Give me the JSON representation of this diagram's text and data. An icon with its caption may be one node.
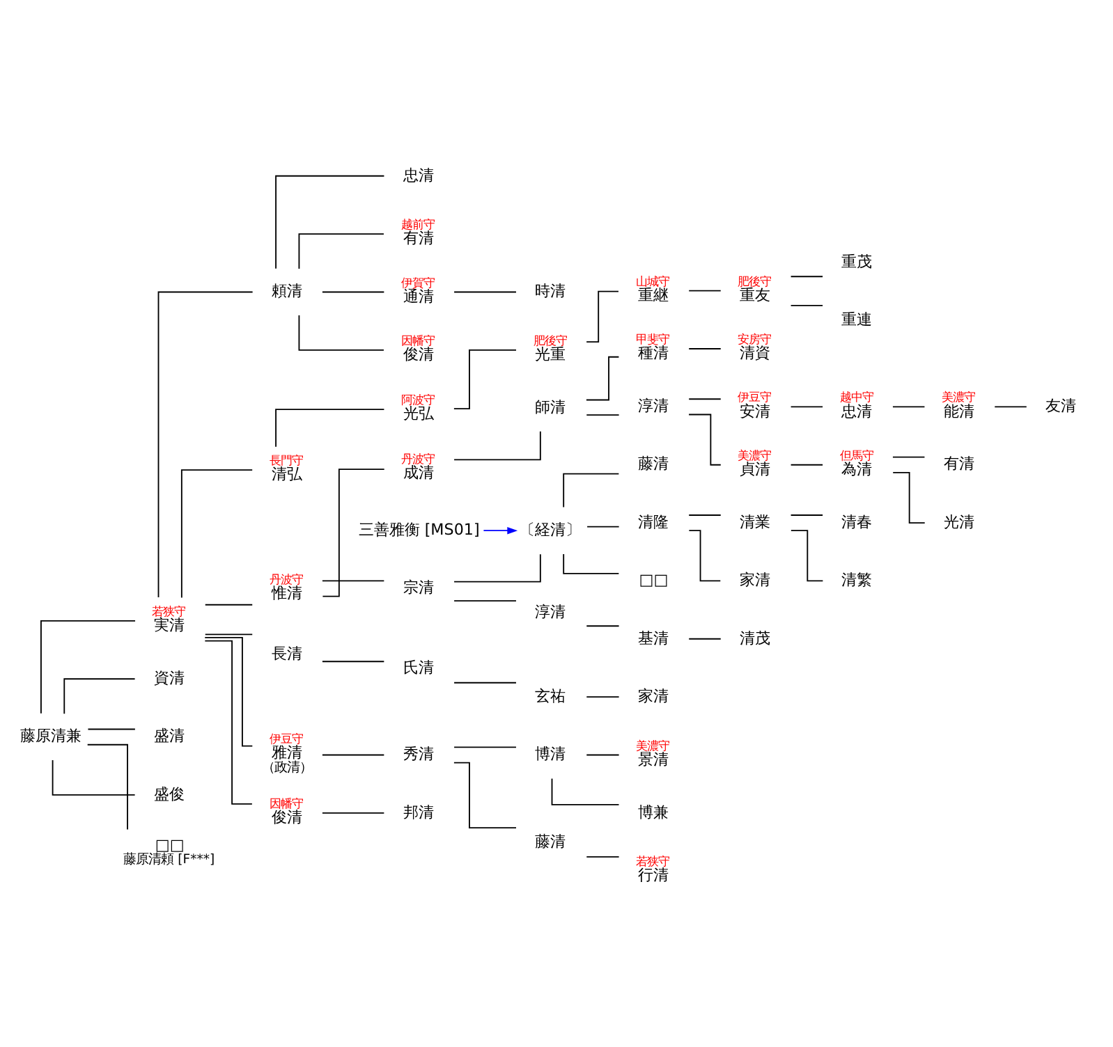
{
  "diagram": {
    "nodes": [
      {
        "text": [
          "藤原清兼"
        ]
      },
      {
        "text": [
          "実清"
        ],
        "beside": [
          "若狭守"
        ]
      },
      {
        "text": [
          "資清"
        ]
      },
      {
        "text": [
          "盛清"
        ]
      },
      {
        "text": [
          "盛俊"
        ]
      },
      {
        "text": [
          "□□",
          "藤原清頼 [F***]"
        ]
      },
      {
        "text": [
          "頼清"
        ]
      },
      {
        "text": [
          "清弘"
        ],
        "beside": [
          "長門守"
        ]
      },
      {
        "text": [
          "惟清"
        ],
        "beside": [
          "丹波守"
        ]
      },
      {
        "text": [
          "長清"
        ]
      },
      {
        "text": [
          "雅清",
          "（政清）"
        ],
        "beside": [
          "伊豆守"
        ]
      },
      {
        "text": [
          "俊清"
        ],
        "beside": [
          "因幡守"
        ]
      },
      {
        "text": [
          "忠清"
        ]
      },
      {
        "text": [
          "有清"
        ],
        "beside": [
          "越前守"
        ]
      },
      {
        "text": [
          "通清"
        ],
        "beside": [
          "伊賀守"
        ]
      },
      {
        "text": [
          "俊清"
        ],
        "beside": [
          "因幡守"
        ]
      },
      {
        "text": [
          "時清"
        ]
      },
      {
        "text": [
          "光弘"
        ],
        "beside": [
          "阿波守"
        ]
      },
      {
        "text": [
          "光重"
        ],
        "beside": [
          "肥後守"
        ]
      },
      {
        "text": [
          "重継"
        ],
        "beside": [
          "山城守"
        ]
      },
      {
        "text": [
          "重友"
        ],
        "beside": [
          "肥後守"
        ]
      },
      {
        "text": [
          "重茂"
        ]
      },
      {
        "text": [
          "重連"
        ]
      },
      {
        "text": [
          "成清"
        ],
        "beside": [
          "丹波守"
        ]
      },
      {
        "text": [
          "宗清"
        ]
      },
      {
        "text": [
          "師清"
        ]
      },
      {
        "text": [
          "種清"
        ],
        "beside": [
          "甲斐守"
        ]
      },
      {
        "text": [
          "淳清"
        ]
      },
      {
        "text": [
          "清資"
        ],
        "beside": [
          "安房守"
        ]
      },
      {
        "text": [
          "安清"
        ],
        "beside": [
          "伊豆守"
        ]
      },
      {
        "text": [
          "忠清"
        ],
        "beside": [
          "越中守"
        ]
      },
      {
        "text": [
          "能清"
        ],
        "beside": [
          "美濃守"
        ]
      },
      {
        "text": [
          "友清"
        ]
      },
      {
        "text": [
          "貞清"
        ],
        "beside": [
          "美濃守"
        ]
      },
      {
        "text": [
          "為清"
        ],
        "beside": [
          "但馬守"
        ]
      },
      {
        "text": [
          "有清"
        ]
      },
      {
        "text": [
          "光清"
        ]
      },
      {
        "text": [
          "三善雅衡 [MS01]"
        ]
      },
      {
        "text": [
          "〔経清〕"
        ]
      },
      {
        "text": [
          "淳清"
        ]
      },
      {
        "text": [
          "藤清"
        ]
      },
      {
        "text": [
          "清隆"
        ]
      },
      {
        "text": [
          "□□"
        ]
      },
      {
        "text": [
          "清業"
        ]
      },
      {
        "text": [
          "家清"
        ]
      },
      {
        "text": [
          "清春"
        ]
      },
      {
        "text": [
          "清繁"
        ]
      },
      {
        "text": [
          "基清"
        ]
      },
      {
        "text": [
          "清茂"
        ]
      },
      {
        "text": [
          "氏清"
        ]
      },
      {
        "text": [
          "玄祐"
        ]
      },
      {
        "text": [
          "家清"
        ]
      },
      {
        "text": [
          "秀清"
        ]
      },
      {
        "text": [
          "博清"
        ]
      },
      {
        "text": [
          "藤清"
        ]
      },
      {
        "text": [
          "景清"
        ],
        "beside": [
          "美濃守"
        ]
      },
      {
        "text": [
          "博兼"
        ]
      },
      {
        "text": [
          "行清"
        ],
        "beside": [
          "若狭守"
        ]
      },
      {
        "text": [
          "邦清"
        ]
      }
    ],
    "edges": [
      {
        "from": 0,
        "to": 1,
        "arrow": "none"
      },
      {
        "from": 0,
        "to": 2,
        "arrow": "none"
      },
      {
        "from": 0,
        "to": 3,
        "arrow": "none"
      },
      {
        "from": 0,
        "to": 4,
        "arrow": "none"
      },
      {
        "from": 0,
        "to": 5,
        "arrow": "none"
      },
      {
        "from": 1,
        "to": 6,
        "arrow": "none"
      },
      {
        "from": 1,
        "to": 7,
        "arrow": "none"
      },
      {
        "from": 1,
        "to": 8,
        "arrow": "none"
      },
      {
        "from": 1,
        "to": 9,
        "arrow": "none"
      },
      {
        "from": 1,
        "to": 10,
        "arrow": "none"
      },
      {
        "from": 1,
        "to": 11,
        "arrow": "none"
      },
      {
        "from": 6,
        "to": 12,
        "arrow": "none"
      },
      {
        "from": 6,
        "to": 13,
        "arrow": "none"
      },
      {
        "from": 6,
        "to": 14,
        "arrow": "none"
      },
      {
        "from": 6,
        "to": 15,
        "arrow": "none"
      },
      {
        "from": 14,
        "to": 16,
        "arrow": "none"
      },
      {
        "from": 7,
        "to": 17,
        "arrow": "none"
      },
      {
        "from": 17,
        "to": 18,
        "arrow": "none"
      },
      {
        "from": 18,
        "to": 19,
        "arrow": "none"
      },
      {
        "from": 19,
        "to": 20,
        "arrow": "none"
      },
      {
        "from": 20,
        "to": 21,
        "arrow": "none"
      },
      {
        "from": 20,
        "to": 22,
        "arrow": "none"
      },
      {
        "from": 8,
        "to": 23,
        "arrow": "none"
      },
      {
        "from": 8,
        "to": 24,
        "arrow": "none"
      },
      {
        "from": 23,
        "to": 25,
        "arrow": "none"
      },
      {
        "from": 25,
        "to": 26,
        "arrow": "none"
      },
      {
        "from": 25,
        "to": 27,
        "arrow": "none"
      },
      {
        "from": 26,
        "to": 28,
        "arrow": "none"
      },
      {
        "from": 27,
        "to": 29,
        "arrow": "none"
      },
      {
        "from": 27,
        "to": 33,
        "arrow": "none"
      },
      {
        "from": 29,
        "to": 30,
        "arrow": "none"
      },
      {
        "from": 30,
        "to": 31,
        "arrow": "none"
      },
      {
        "from": 31,
        "to": 32,
        "arrow": "none"
      },
      {
        "from": 33,
        "to": 34,
        "arrow": "none"
      },
      {
        "from": 34,
        "to": 35,
        "arrow": "none"
      },
      {
        "from": 34,
        "to": 36,
        "arrow": "none"
      },
      {
        "from": 37,
        "to": 38,
        "arrow": "to",
        "color": "#0000ff"
      },
      {
        "from": 24,
        "to": 38,
        "arrow": "none"
      },
      {
        "from": 24,
        "to": 39,
        "arrow": "none"
      },
      {
        "from": 38,
        "to": 40,
        "arrow": "none"
      },
      {
        "from": 38,
        "to": 41,
        "arrow": "none"
      },
      {
        "from": 38,
        "to": 42,
        "arrow": "none"
      },
      {
        "from": 41,
        "to": 43,
        "arrow": "none"
      },
      {
        "from": 41,
        "to": 44,
        "arrow": "none"
      },
      {
        "from": 43,
        "to": 45,
        "arrow": "none"
      },
      {
        "from": 43,
        "to": 46,
        "arrow": "none"
      },
      {
        "from": 39,
        "to": 47,
        "arrow": "none"
      },
      {
        "from": 47,
        "to": 48,
        "arrow": "none"
      },
      {
        "from": 9,
        "to": 49,
        "arrow": "none"
      },
      {
        "from": 49,
        "to": 50,
        "arrow": "none"
      },
      {
        "from": 50,
        "to": 51,
        "arrow": "none"
      },
      {
        "from": 10,
        "to": 52,
        "arrow": "none"
      },
      {
        "from": 52,
        "to": 53,
        "arrow": "none"
      },
      {
        "from": 52,
        "to": 54,
        "arrow": "none"
      },
      {
        "from": 53,
        "to": 55,
        "arrow": "none"
      },
      {
        "from": 53,
        "to": 56,
        "arrow": "none"
      },
      {
        "from": 54,
        "to": 57,
        "arrow": "none"
      },
      {
        "from": 11,
        "to": 58,
        "arrow": "none"
      }
    ]
  }
}
